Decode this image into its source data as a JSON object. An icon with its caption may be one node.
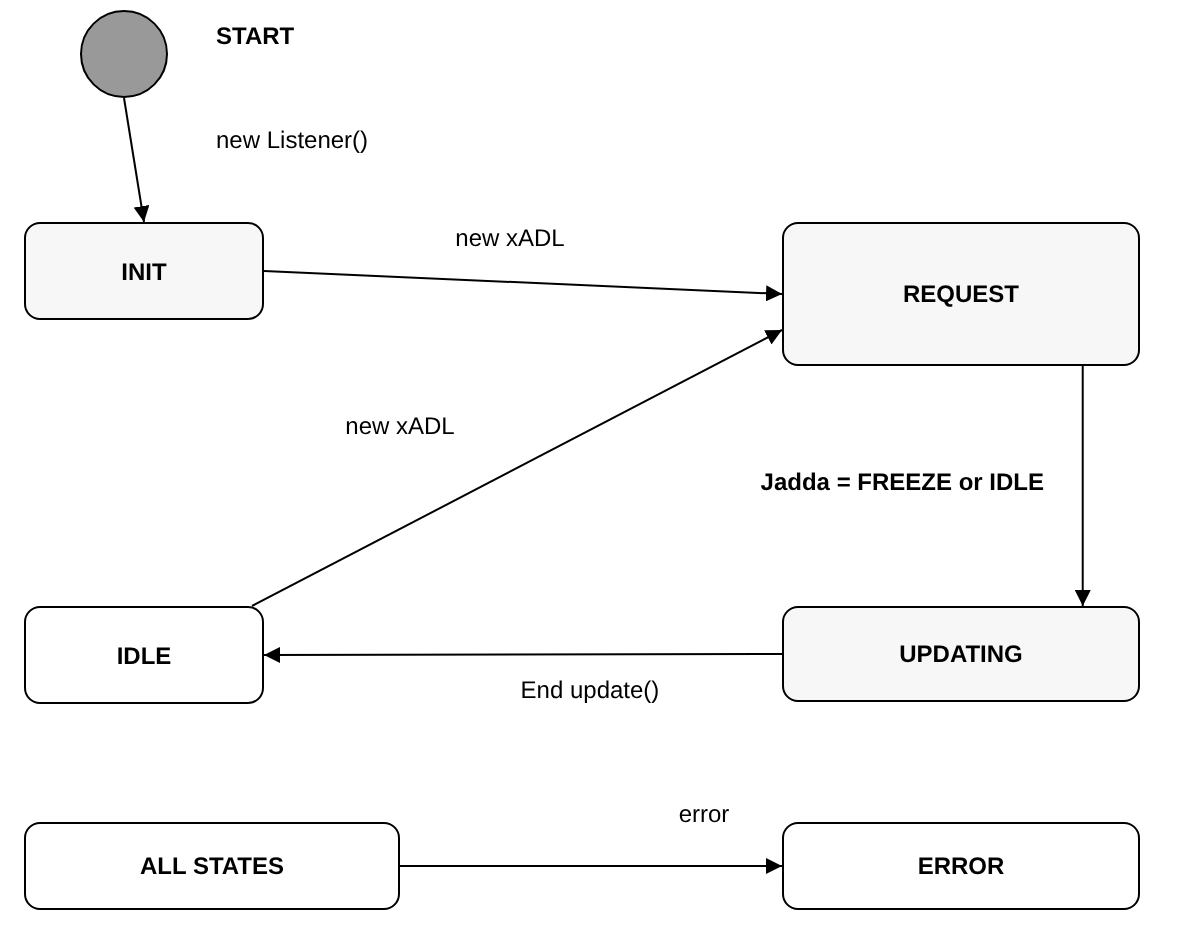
{
  "diagram": {
    "nodes": [
      {
        "text": [],
        "shape": "circle",
        "beside": [
          "START"
        ]
      },
      {
        "text": [
          "INIT"
        ]
      },
      {
        "text": [
          "REQUEST"
        ]
      },
      {
        "text": [
          "IDLE"
        ]
      },
      {
        "text": [
          "UPDATING"
        ]
      },
      {
        "text": [
          "ALL STATES"
        ]
      },
      {
        "text": [
          "ERROR"
        ]
      }
    ],
    "edges": [
      {
        "from": 0,
        "to": 1,
        "arrow": "to",
        "label": "new Listener()"
      },
      {
        "from": 1,
        "to": 2,
        "arrow": "to",
        "label": "new xADL"
      },
      {
        "from": 3,
        "to": 2,
        "arrow": "to",
        "label": "new xADL"
      },
      {
        "from": 2,
        "to": 4,
        "arrow": "to",
        "label": "Jadda = FREEZE or IDLE"
      },
      {
        "from": 4,
        "to": 3,
        "arrow": "to",
        "label": "End update()"
      },
      {
        "from": 5,
        "to": 6,
        "arrow": "to",
        "label": "error"
      }
    ]
  }
}
